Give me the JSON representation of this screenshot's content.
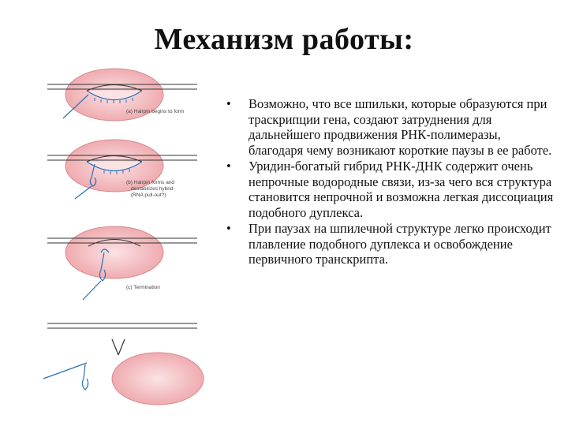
{
  "slide": {
    "title": "Механизм работы:"
  },
  "diagram": {
    "steps": [
      {
        "label": "(a) Hairpin begins to form"
      },
      {
        "label_lines": [
          "(b) Hairpin forms and",
          "destabilizes hybrid",
          "(RNA pull-out?)"
        ]
      },
      {
        "label": "(c) Termination"
      }
    ],
    "colors": {
      "bubble_fill": "#f2b8bc",
      "bubble_inner": "#fbe3e4",
      "rna_strand": "#2a70b8",
      "dna_line": "#333333"
    }
  },
  "bullets": [
    "Возможно, что все шпильки, которые образуются при траскрипции гена, создают затруднения для дальнейшего продвижения РНК-полимеразы, благодаря чему возникают короткие паузы в ее работе.",
    "Уридин-богатый гибрид РНК-ДНК содержит очень непрочные водородные связи, из-за чего вся структура становится непрочной и возможна легкая диссоциация подобного дуплекса.",
    "При паузах на шпилечной структуре легко происходит плавление подобного дуплекса и освобождение первичного транскрипта."
  ]
}
